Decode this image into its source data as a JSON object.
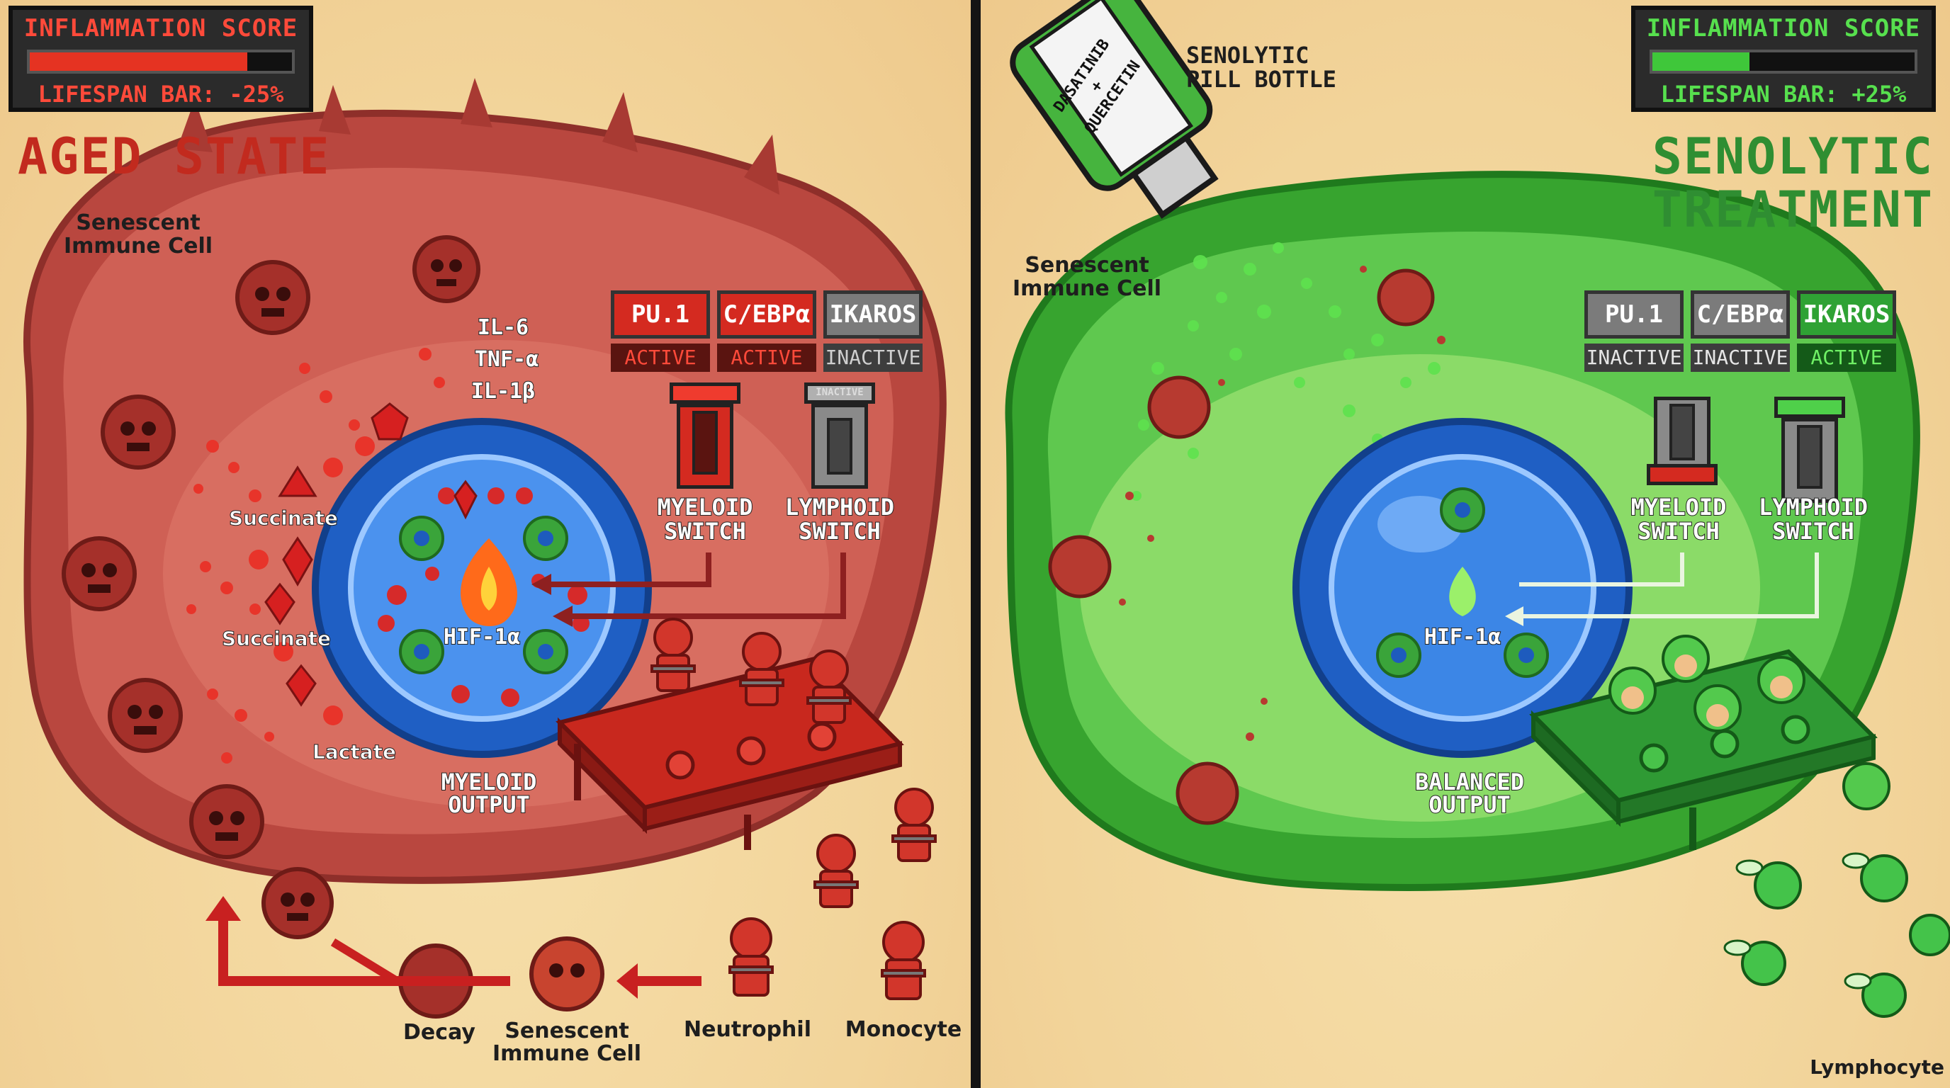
{
  "left": {
    "hud": {
      "title": "INFLAMMATION SCORE",
      "subtitle": "LIFESPAN BAR: -25%",
      "fill_fraction": 0.83,
      "color": "#e53322"
    },
    "title": "AGED STATE",
    "senescent_cell_label": "Senescent\nImmune Cell",
    "cytokines": [
      "IL-6",
      "TNF-α",
      "IL-1β"
    ],
    "metabolites": {
      "succinate_1": "Succinate",
      "succinate_2": "Succinate",
      "lactate": "Lactate"
    },
    "transcription_factors": [
      {
        "name": "PU.1",
        "status": "ACTIVE",
        "active": true
      },
      {
        "name": "C/EBPα",
        "status": "ACTIVE",
        "active": true
      },
      {
        "name": "IKAROS",
        "status": "INACTIVE",
        "active": false
      }
    ],
    "switches": {
      "myeloid": "MYELOID\nSWITCH",
      "lymphoid": "LYMPHOID\nSWITCH",
      "lymphoid_plate": "INACTIVE"
    },
    "nucleus_label": "HIF-1α",
    "output_label": "MYELOID\nOUTPUT",
    "bottom_labels": {
      "decay": "Decay",
      "senescent": "Senescent\nImmune Cell",
      "neutrophil": "Neutrophil",
      "monocyte": "Monocyte"
    },
    "accent": "#c62e22"
  },
  "right": {
    "hud": {
      "title": "INFLAMMATION SCORE",
      "subtitle": "LIFESPAN BAR: +25%",
      "fill_fraction": 0.37,
      "color": "#3fc73a"
    },
    "title_line1": "SENOLYTIC",
    "title_line2": "TREATMENT",
    "pill_bottle_label": "SENOLYTIC\nPILL BOTTLE",
    "pill_bottle_text": [
      "DASATINIB",
      "+",
      "QUERCETIN"
    ],
    "senescent_cell_label": "Senescent\nImmune Cell",
    "transcription_factors": [
      {
        "name": "PU.1",
        "status": "INACTIVE",
        "active": false
      },
      {
        "name": "C/EBPα",
        "status": "INACTIVE",
        "active": false
      },
      {
        "name": "IKAROS",
        "status": "ACTIVE",
        "active": true
      }
    ],
    "switches": {
      "myeloid": "MYELOID\nSWITCH",
      "lymphoid": "LYMPHOID\nSWITCH"
    },
    "nucleus_label": "HIF-1α",
    "output_label": "BALANCED\nOUTPUT",
    "lymphocyte_label": "Lymphocyte",
    "accent": "#2f9e34"
  },
  "colors": {
    "sand": "#f3d9a2",
    "aged_cell": "#c9524a",
    "healthy_cell": "#3db33a",
    "nucleus": "#2f7fe0",
    "divider": "#141414"
  }
}
